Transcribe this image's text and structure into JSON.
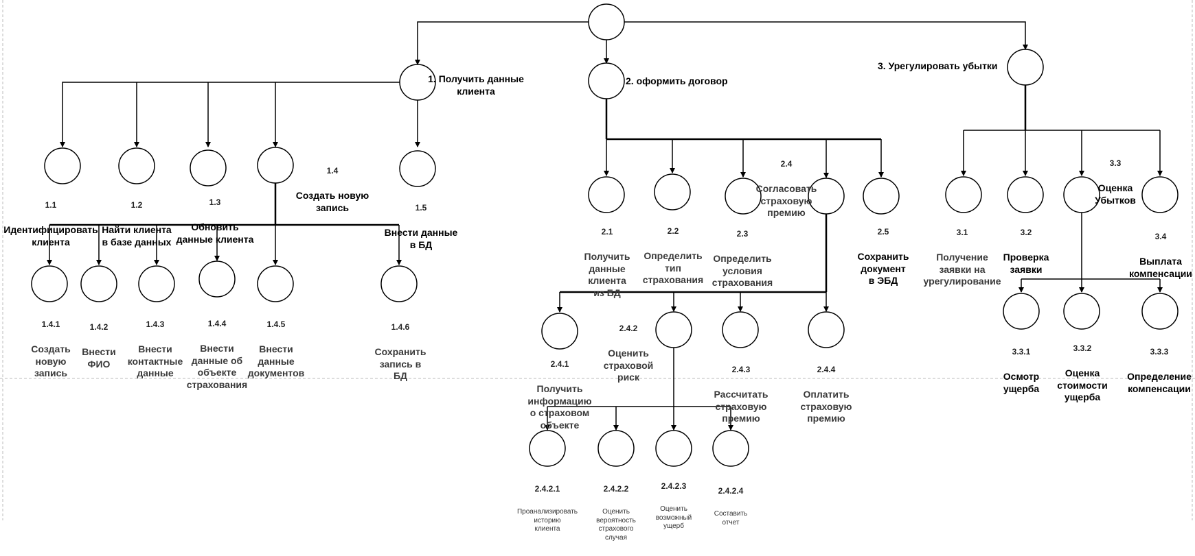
{
  "nodes": {
    "n1": {
      "num": "",
      "text": "1. Получить данные\nклиента"
    },
    "n2": {
      "num": "",
      "text": "2. оформить договор"
    },
    "n3": {
      "num": "",
      "text": "3. Урегулировать убытки"
    },
    "n1_1": {
      "num": "1.1",
      "text": "Идентифицировать\nклиента"
    },
    "n1_2": {
      "num": "1.2",
      "text": "Найти клиента\nв базе данных"
    },
    "n1_3": {
      "num": "1.3",
      "text": "Обновить\nданные клиента"
    },
    "n1_4": {
      "num": "1.4",
      "text": "Создать новую\nзапись"
    },
    "n1_5": {
      "num": "1.5",
      "text": "Внести данные\nв БД"
    },
    "n1_4_1": {
      "num": "1.4.1",
      "text": "Создать\nновую\nзапись"
    },
    "n1_4_2": {
      "num": "1.4.2",
      "text": "Внести\nФИО"
    },
    "n1_4_3": {
      "num": "1.4.3",
      "text": "Внести\nконтактные\nданные"
    },
    "n1_4_4": {
      "num": "1.4.4",
      "text": "Внести\nданные об\nобъекте\nстрахования"
    },
    "n1_4_5": {
      "num": "1.4.5",
      "text": "Внести\nданные\nдокументов"
    },
    "n1_4_6": {
      "num": "1.4.6",
      "text": "Сохранить\nзапись в\nБД"
    },
    "n2_1": {
      "num": "2.1",
      "text": "Получить\nданные\nклиента\nиз БД"
    },
    "n2_2": {
      "num": "2.2",
      "text": "Определить\nтип\nстрахования"
    },
    "n2_3": {
      "num": "2.3",
      "text": "Определить\nусловия\nстрахования"
    },
    "n2_4": {
      "num": "2.4",
      "text": "Согласовать\nстраховую\nпремию"
    },
    "n2_5": {
      "num": "2.5",
      "text": "Сохранить\nдокумент\nв ЭБД"
    },
    "n2_4_1": {
      "num": "2.4.1",
      "text": "Получить\nинформацию\nо страховом\nобъекте"
    },
    "n2_4_2": {
      "num": "2.4.2",
      "text": "Оценить\nстраховой\nриск"
    },
    "n2_4_3": {
      "num": "2.4.3",
      "text": "Рассчитать\nстраховую\nпремию"
    },
    "n2_4_4": {
      "num": "2.4.4",
      "text": "Оплатить\nстраховую\nпремию"
    },
    "n2_4_2_1": {
      "num": "2.4.2.1",
      "text": "Проанализировать\nисторию\nклиента"
    },
    "n2_4_2_2": {
      "num": "2.4.2.2",
      "text": "Оценить\nвероятность\nстрахового\nслучая"
    },
    "n2_4_2_3": {
      "num": "2.4.2.3",
      "text": "Оценить\nвозможный\nущерб"
    },
    "n2_4_2_4": {
      "num": "2.4.2.4",
      "text": "Составить\nотчет"
    },
    "n3_1": {
      "num": "3.1",
      "text": "Получение\nзаявки на\nурегулирование"
    },
    "n3_2": {
      "num": "3.2",
      "text": "Проверка\nзаявки"
    },
    "n3_3": {
      "num": "3.3",
      "text": "Оценка\nУбытков"
    },
    "n3_4": {
      "num": "3.4",
      "text": "Выплата\nкомпенсации"
    },
    "n3_3_1": {
      "num": "3.3.1",
      "text": "Осмотр\nущерба"
    },
    "n3_3_2": {
      "num": "3.3.2",
      "text": "Оценка\nстоимости\nущерба"
    },
    "n3_3_3": {
      "num": "3.3.3",
      "text": "Определение\nкомпенсации"
    }
  },
  "colors": {
    "line": "#000000",
    "label": "#000000",
    "guide": "#bbbbbb"
  }
}
